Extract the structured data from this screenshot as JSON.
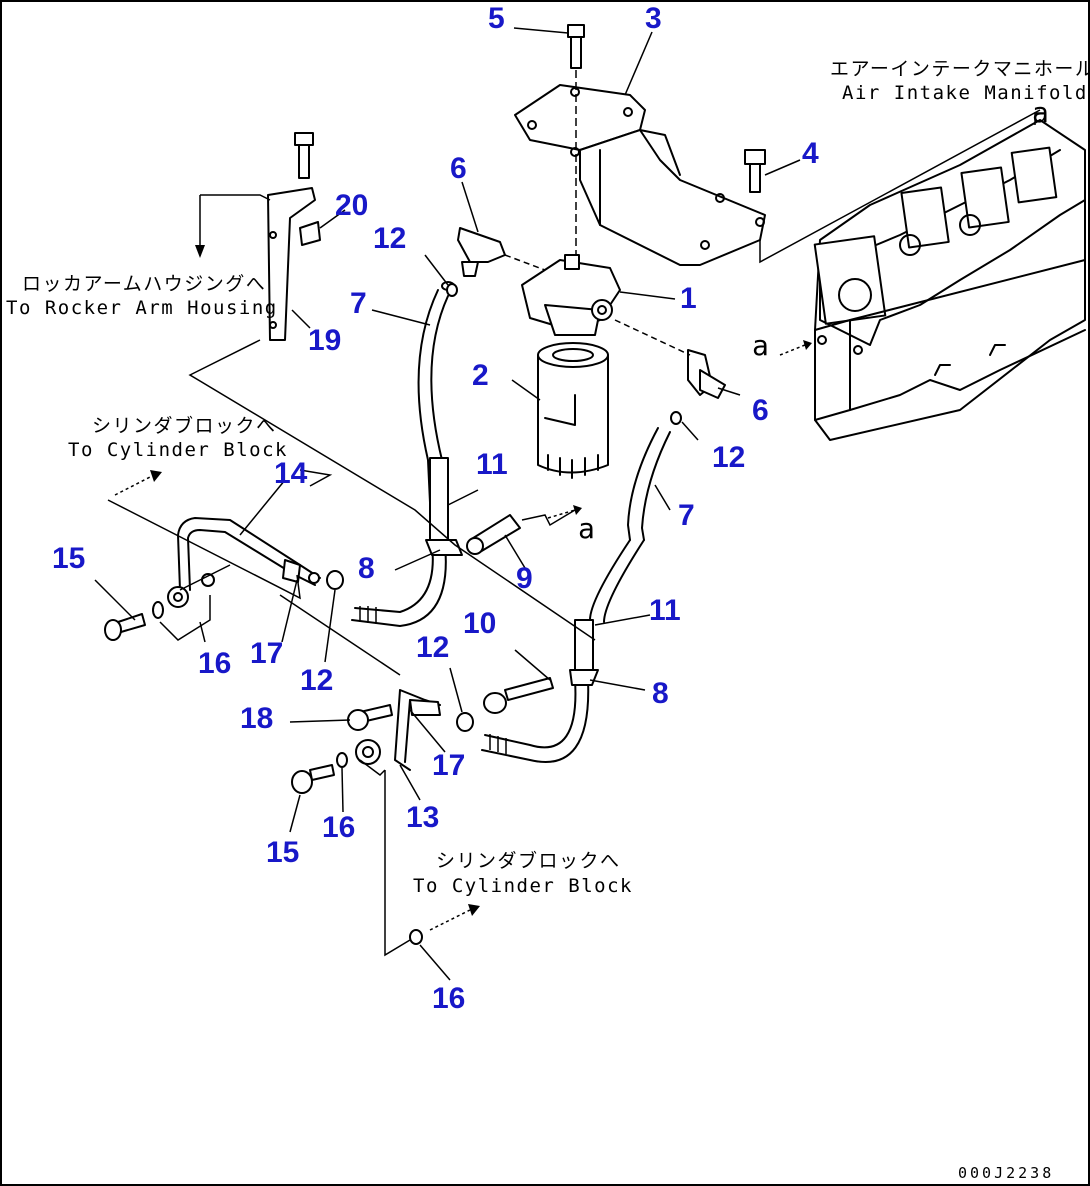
{
  "callouts": [
    "1",
    "2",
    "3",
    "4",
    "5",
    "6",
    "6",
    "7",
    "7",
    "8",
    "8",
    "9",
    "10",
    "11",
    "11",
    "12",
    "12",
    "12",
    "12",
    "13",
    "14",
    "15",
    "15",
    "16",
    "16",
    "16",
    "17",
    "17",
    "18",
    "19",
    "20"
  ],
  "notes": {
    "intake_jp": "エアーインテークマニホールド",
    "intake_en": "Air Intake Manifold",
    "rocker_jp": "ロッカアームハウジングへ",
    "rocker_en": "To Rocker Arm Housing",
    "cyl1_jp": "シリンダブロックへ",
    "cyl1_en": "To Cylinder Block",
    "cyl2_jp": "シリンダブロックへ",
    "cyl2_en": "To Cylinder Block"
  },
  "markers": {
    "a1": "a",
    "a2": "a",
    "a3": "a"
  },
  "drawing_code": "000J2238"
}
